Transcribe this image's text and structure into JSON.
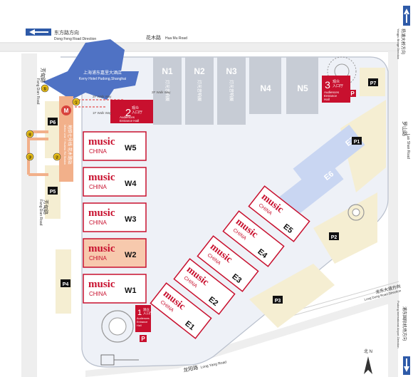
{
  "colors": {
    "road": "#e8e8e8",
    "ground": "#eef1f7",
    "hall_gray": "#c7ccd5",
    "hall_blue": "#c9d6f2",
    "music_red": "#c8102e",
    "entrance_red": "#c8102e",
    "parking_beige": "#f5eed2",
    "metro_orange": "#f2b08a",
    "hotel_blue": "#4f72c4",
    "direction_blue": "#2e5aa8",
    "marker_yellow": "#f0c419"
  },
  "roads": {
    "north_cn": "花木路",
    "north_en": "Hua Mu Road",
    "south_cn": "龙阳路",
    "south_en": "Long Yang Road",
    "west_cn": "芳甸路",
    "west_en": "Fang Dian Road",
    "east_cn": "罗山路",
    "east_en": "Luo Shan Road"
  },
  "directions": {
    "dongfang_cn": "东方路方向",
    "dongfang_en": "Dong Feng Road Direction",
    "yangpu_cn": "杨浦大桥方向",
    "yangpu_en": "Yangpu Bridge Direction",
    "longdong_cn": "龙东大道方向",
    "longdong_en": "Long Dong Road Direction",
    "airport_cn": "浦东国际机场方向",
    "airport_en": "Pudong International Airport Direction",
    "north": "北 N"
  },
  "hotel": {
    "cn": "上海浦东嘉里大酒店",
    "en": "Kerry Hotel Pudong,Shanghai"
  },
  "metro": {
    "cn": "地铁七号线 花木路站",
    "en": "Metro Line 7 Huamu Rd Station"
  },
  "north_halls": [
    {
      "label": "N1",
      "sub": "灯光音响展"
    },
    {
      "label": "N2",
      "sub": "灯光音响展"
    },
    {
      "label": "N3",
      "sub": "灯光音响展"
    },
    {
      "label": "N4"
    },
    {
      "label": "N5"
    }
  ],
  "west_halls": [
    {
      "label": "W5",
      "music": "music",
      "china": "CHINA"
    },
    {
      "label": "W4",
      "music": "music",
      "china": "CHINA"
    },
    {
      "label": "W3",
      "music": "music",
      "china": "CHINA"
    },
    {
      "label": "W2",
      "music": "music",
      "china": "CHINA"
    },
    {
      "label": "W1",
      "music": "music",
      "china": "CHINA"
    }
  ],
  "east_halls": [
    {
      "label": "E7"
    },
    {
      "label": "E6"
    },
    {
      "label": "E5",
      "music": "music",
      "china": "CHINA"
    },
    {
      "label": "E4",
      "music": "music",
      "china": "CHINA"
    },
    {
      "label": "E3",
      "music": "music",
      "china": "CHINA"
    },
    {
      "label": "E2",
      "music": "music",
      "china": "CHINA"
    },
    {
      "label": "E1",
      "music": "music",
      "china": "CHINA"
    }
  ],
  "entrances": [
    {
      "number": "1",
      "cn1": "观众",
      "cn2": "入口厅",
      "en1": "Audiences",
      "en2": "Entrance",
      "en3": "Hall"
    },
    {
      "number": "2",
      "cn1": "观众",
      "cn2": "入口厅",
      "en1": "Audiences",
      "en2": "Entrance Hall"
    },
    {
      "number": "3",
      "cn1": "观众",
      "cn2": "入口厅",
      "en1": "Audiences",
      "en2": "Entrance",
      "en3": "Hall"
    }
  ],
  "parking": [
    "P1",
    "P2",
    "P3",
    "P4",
    "P5",
    "P6",
    "P7"
  ],
  "parking_symbol": "P",
  "exits": [
    "①",
    "②",
    "③",
    "④",
    "⑤"
  ],
  "walkway": {
    "a": "2F Walk Way",
    "b": "2F Walk Way",
    "c": "1F Walk Way"
  },
  "icons": [
    "metro-icon",
    "parking-icon",
    "north-arrow-icon",
    "direction-arrow-icon"
  ]
}
